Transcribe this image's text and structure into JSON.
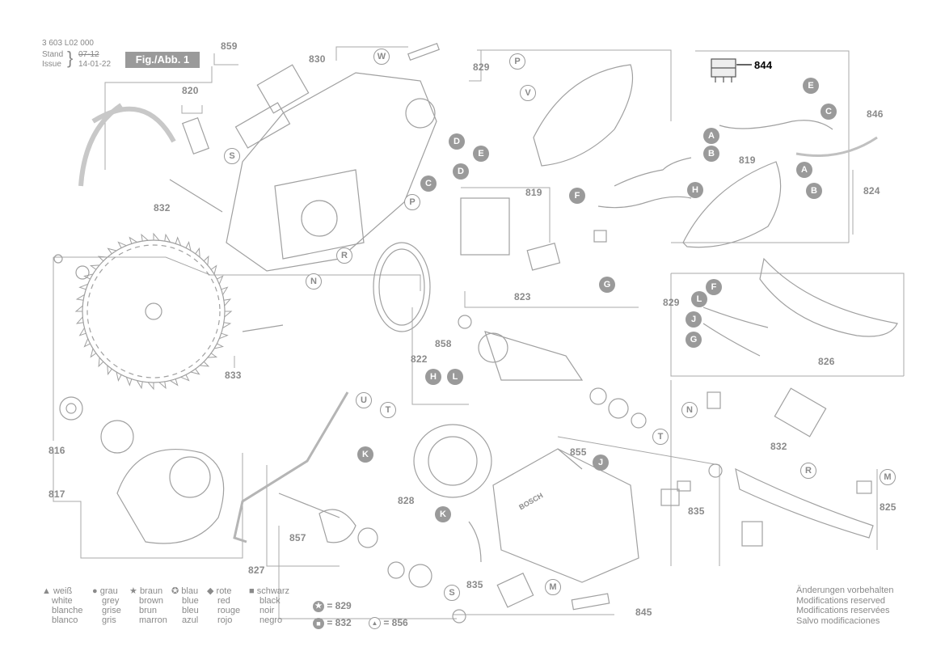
{
  "header": {
    "part_no": "3 603 L02 000",
    "stand_label": "Stand",
    "issue_label": "Issue",
    "stand_value": "07-12",
    "issue_value": "14-01-22",
    "fig_label": "Fig./Abb. 1"
  },
  "parts": {
    "p859": "859",
    "p830": "830",
    "p829a": "829",
    "p820": "820",
    "p844": "844",
    "p846": "846",
    "p819a": "819",
    "p832a": "832",
    "p819b": "819",
    "p824": "824",
    "p823": "823",
    "p829b": "829",
    "p858": "858",
    "p822": "822",
    "p833": "833",
    "p826": "826",
    "p816": "816",
    "p817": "817",
    "p855": "855",
    "p832b": "832",
    "p828": "828",
    "p835a": "835",
    "p857": "857",
    "p825": "825",
    "p827": "827",
    "p835b": "835",
    "p845": "845"
  },
  "letters": {
    "W": "W",
    "P": "P",
    "V": "V",
    "E": "E",
    "C": "C",
    "A": "A",
    "B": "B",
    "D": "D",
    "S": "S",
    "F": "F",
    "H": "H",
    "G": "G",
    "R": "R",
    "N": "N",
    "L": "L",
    "J": "J",
    "T": "T",
    "U": "U",
    "K": "K",
    "M": "M"
  },
  "legend": {
    "white": [
      "weiß",
      "white",
      "blanche",
      "blanco"
    ],
    "grey": [
      "grau",
      "grey",
      "grise",
      "gris"
    ],
    "brown": [
      "braun",
      "brown",
      "brun",
      "marron"
    ],
    "blue": [
      "blau",
      "blue",
      "bleu",
      "azul"
    ],
    "red": [
      "rote",
      "red",
      "rouge",
      "rojo"
    ],
    "black": [
      "schwarz",
      "black",
      "noir",
      "negro"
    ]
  },
  "equivalences": {
    "star": "= 829",
    "square": "= 832",
    "triangle": "= 856"
  },
  "modifications": [
    "Änderungen vorbehalten",
    "Modifications reserved",
    "Modifications reservées",
    "Salvo modificaciones"
  ],
  "brand_text": "BOSCH",
  "colors": {
    "line": "#9a9a9a",
    "fill_badge": "#9a9a9a",
    "text": "#8a8a8a",
    "highlight": "#000000"
  }
}
